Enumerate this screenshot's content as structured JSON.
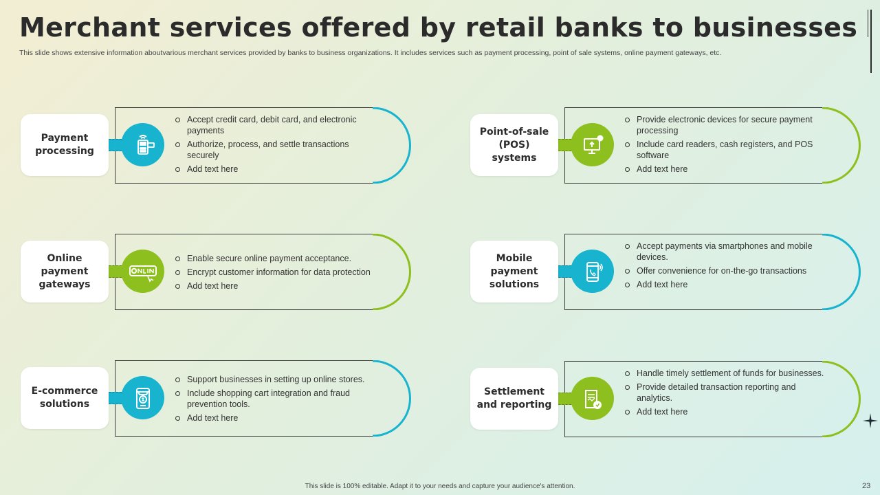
{
  "slide": {
    "title": "Merchant services offered by retail banks to businesses",
    "subtitle": "This slide shows extensive information aboutvarious merchant services provided by banks to business organizations. It includes services such as payment processing, point of sale systems, online payment gateways, etc.",
    "footer": "This slide is 100% editable.  Adapt it to your needs and capture your audience's attention.",
    "page_number": "23"
  },
  "colors": {
    "blue": "#17b3cf",
    "green": "#8dbf1f"
  },
  "cards": [
    {
      "label": "Payment processing",
      "accent": "blue",
      "icon": "payment-terminal-icon",
      "bullets": [
        "Accept credit card, debit card, and electronic payments",
        "Authorize, process, and settle transactions securely",
        "Add text here"
      ]
    },
    {
      "label": "Point-of-sale (POS) systems",
      "accent": "green",
      "icon": "pos-monitor-icon",
      "bullets": [
        "Provide  electronic devices for secure payment processing",
        "Include card readers, cash registers, and POS software",
        "Add text here"
      ]
    },
    {
      "label": "Online payment gateways",
      "accent": "green",
      "icon": "online-payment-icon",
      "bullets": [
        "Enable secure online payment acceptance.",
        "Encrypt customer information for data protection",
        "Add text here"
      ]
    },
    {
      "label": "Mobile payment solutions",
      "accent": "blue",
      "icon": "smartphone-icon",
      "bullets": [
        "Accept payments via smartphones and mobile devices.",
        "Offer convenience for on-the-go transactions",
        "Add text here"
      ]
    },
    {
      "label": "E-commerce solutions",
      "accent": "blue",
      "icon": "online-store-icon",
      "bullets": [
        "Support businesses in setting up online stores.",
        "Include shopping cart integration and fraud prevention  tools.",
        "Add text here"
      ]
    },
    {
      "label": "Settlement and reporting",
      "accent": "green",
      "icon": "report-document-icon",
      "bullets": [
        "Handle timely settlement of funds for businesses.",
        "Provide detailed transaction reporting and analytics.",
        "Add text here"
      ]
    }
  ]
}
